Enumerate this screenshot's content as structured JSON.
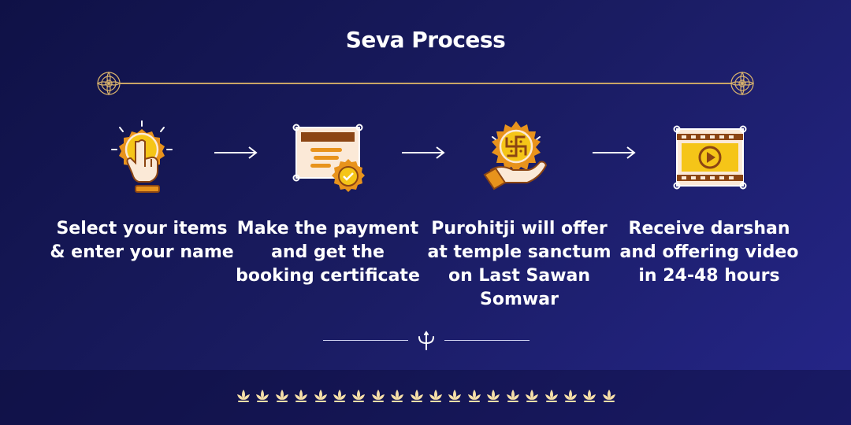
{
  "title": "Seva Process",
  "steps": [
    {
      "text": "Select your items & enter your name",
      "icon": "tap-hand-icon"
    },
    {
      "text": "Make the payment and get the booking certificate",
      "icon": "certificate-icon"
    },
    {
      "text": "Purohitji will offer at temple sanctum on Last Sawan Somwar",
      "icon": "offering-hand-swastika-icon"
    },
    {
      "text": "Receive darshan and offering video in 24-48 hours",
      "icon": "video-film-icon"
    }
  ],
  "colors": {
    "gold": "#f5c518",
    "orange": "#e8931c",
    "brown": "#8b4513",
    "cream": "#fbe9d7",
    "divider_gold": "#c9a566"
  }
}
